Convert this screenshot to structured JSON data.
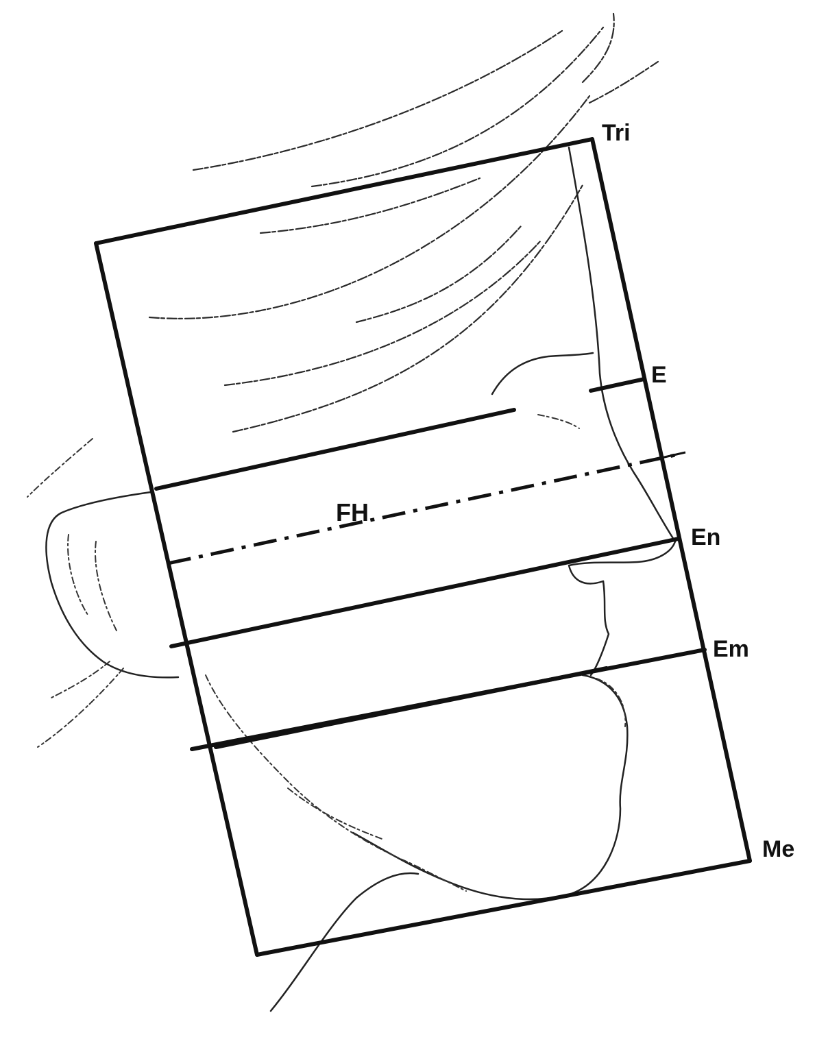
{
  "landmarks": {
    "tri": "Tri",
    "e": "E",
    "en": "En",
    "em": "Em",
    "me": "Me"
  },
  "fh_label": "FH"
}
